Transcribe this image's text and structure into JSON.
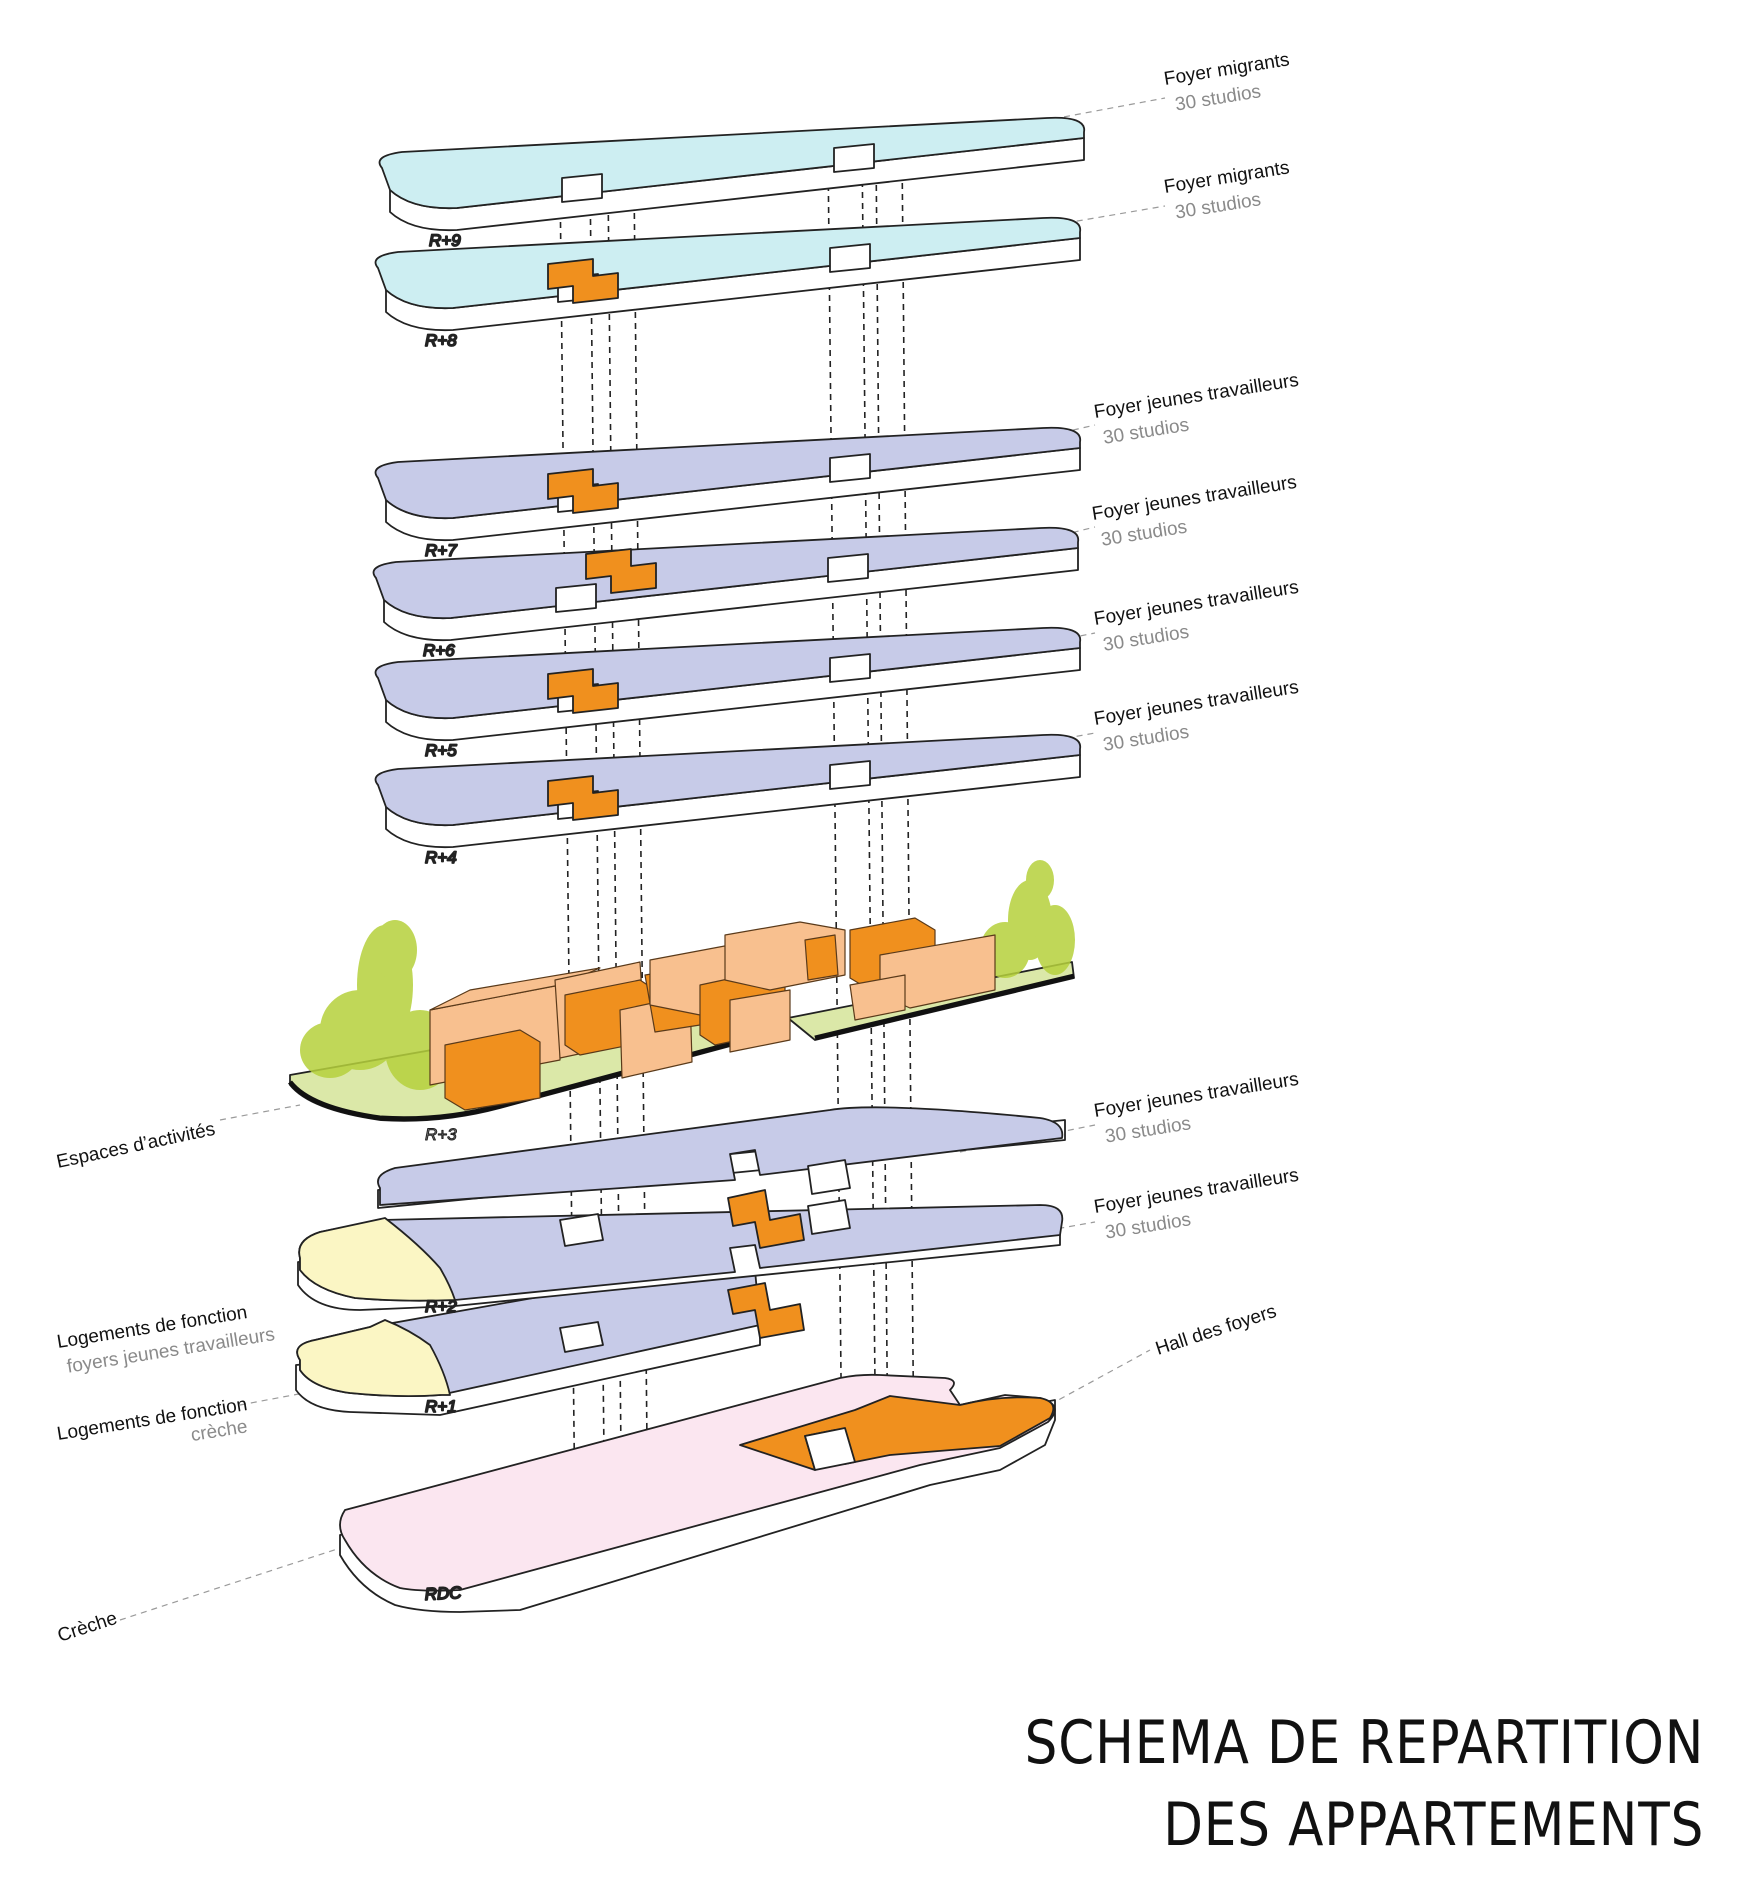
{
  "title": {
    "line1": "SCHEMA DE REPARTITION",
    "line2": "DES APPARTEMENTS"
  },
  "levels": {
    "r9": "R+9",
    "r8": "R+8",
    "r7": "R+7",
    "r6": "R+6",
    "r5": "R+5",
    "r4": "R+4",
    "r3": "R+3",
    "r2": "R+2",
    "r1": "R+1",
    "rdc": "RDC"
  },
  "labels": {
    "r9": {
      "main": "Foyer migrants",
      "sub": "30 studios"
    },
    "r8": {
      "main": "Foyer migrants",
      "sub": "30 studios"
    },
    "r7": {
      "main": "Foyer jeunes travailleurs",
      "sub": "30 studios"
    },
    "r6": {
      "main": "Foyer jeunes travailleurs",
      "sub": "30 studios"
    },
    "r5": {
      "main": "Foyer jeunes travailleurs",
      "sub": "30 studios"
    },
    "r4": {
      "main": "Foyer jeunes travailleurs",
      "sub": "30 studios"
    },
    "r2": {
      "main": "Foyer jeunes travailleurs",
      "sub": "30 studios"
    },
    "r1": {
      "main": "Foyer jeunes travailleurs",
      "sub": "30 studios"
    },
    "activites": {
      "main": "Espaces d’activités"
    },
    "logement_fjt": {
      "main": "Logements de fonction",
      "sub": "foyers jeunes travailleurs"
    },
    "logement_creche": {
      "main": "Logements de fonction",
      "sub": "crèche"
    },
    "hall": {
      "main": "Hall des foyers"
    },
    "creche": {
      "main": "Crèche"
    }
  },
  "colors": {
    "migrants": "#cdeef2",
    "fjt": "#c7cbe8",
    "creche": "#fbe6f0",
    "logement": "#fbf6c4",
    "circulation": "#f0901e",
    "activity_block": "#f8c08f",
    "garden": "#dbe8a8",
    "tree": "#b6d13c"
  }
}
